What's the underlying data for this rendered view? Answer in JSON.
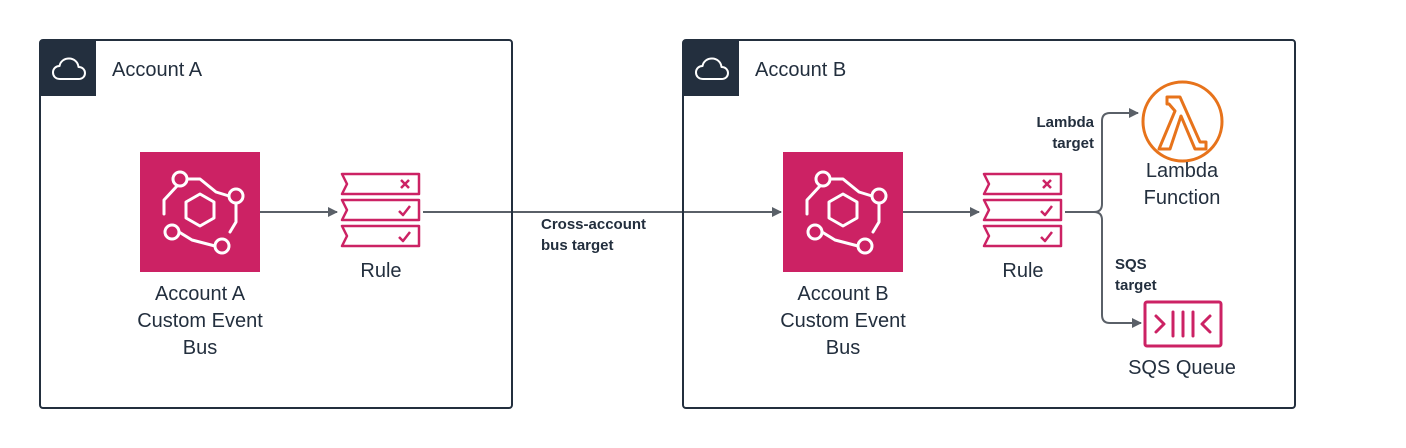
{
  "accounts": [
    {
      "title": "Account A",
      "bus_label": [
        "Account A",
        "Custom Event",
        "Bus"
      ],
      "rule_label": "Rule"
    },
    {
      "title": "Account B",
      "bus_label": [
        "Account B",
        "Custom Event",
        "Bus"
      ],
      "rule_label": "Rule"
    }
  ],
  "edges": {
    "cross_account": [
      "Cross-account",
      "bus target"
    ],
    "lambda": [
      "Lambda",
      "target"
    ],
    "sqs": [
      "SQS",
      "target"
    ]
  },
  "targets": {
    "lambda": [
      "Lambda",
      "Function"
    ],
    "sqs": "SQS Queue"
  },
  "colors": {
    "eventbridge": "#cc2264",
    "lambda": "#e7731b",
    "outline": "#232f3e",
    "arrow": "#5a6068"
  },
  "icons": [
    "cloud-icon",
    "eventbridge-icon",
    "rule-icon",
    "lambda-icon",
    "sqs-icon"
  ]
}
